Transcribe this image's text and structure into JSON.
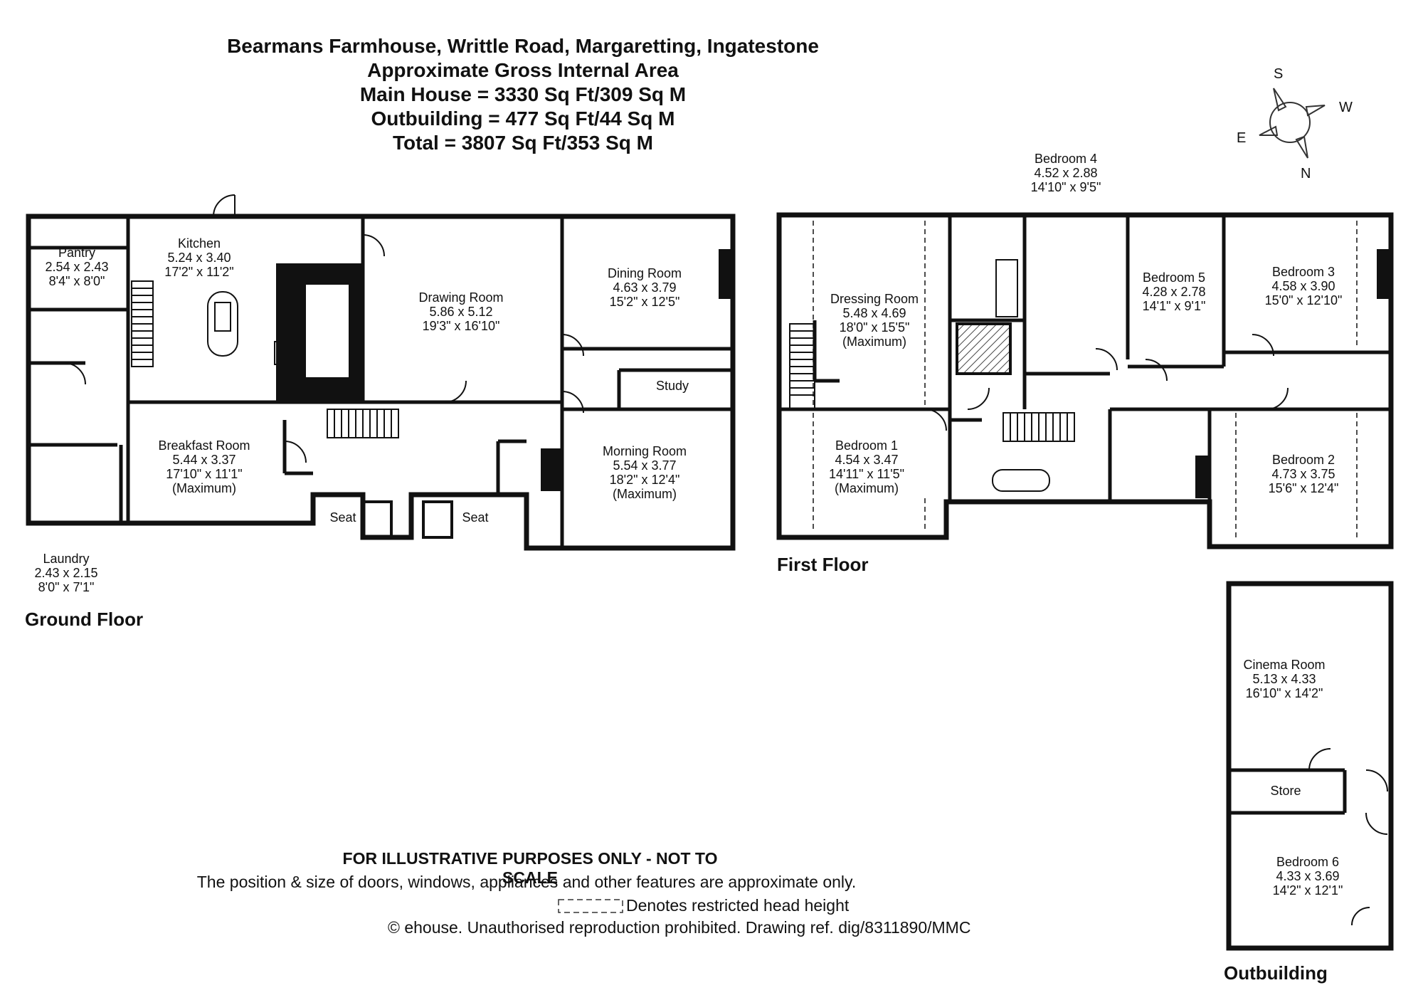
{
  "header": {
    "title": "Bearmans Farmhouse, Writtle Road, Margaretting, Ingatestone",
    "line2": "Approximate Gross Internal Area",
    "line3": "Main House = 3330 Sq Ft/309 Sq M",
    "line4": "Outbuilding = 477 Sq Ft/44 Sq M",
    "line5": "Total = 3807 Sq Ft/353 Sq M"
  },
  "compass": {
    "s": "S",
    "w": "W",
    "e": "E",
    "n": "N"
  },
  "floors": {
    "ground": "Ground Floor",
    "first": "First Floor",
    "outbuilding": "Outbuilding"
  },
  "rooms": {
    "pantry": {
      "name": "Pantry",
      "metric": "2.54 x 2.43",
      "imperial": "8'4\" x 8'0\""
    },
    "kitchen": {
      "name": "Kitchen",
      "metric": "5.24 x 3.40",
      "imperial": "17'2\" x 11'2\""
    },
    "drawing": {
      "name": "Drawing Room",
      "metric": "5.86 x 5.12",
      "imperial": "19'3\" x 16'10\""
    },
    "dining": {
      "name": "Dining Room",
      "metric": "4.63 x 3.79",
      "imperial": "15'2\" x 12'5\""
    },
    "study": {
      "name": "Study"
    },
    "breakfast": {
      "name": "Breakfast Room",
      "metric": "5.44 x 3.37",
      "imperial": "17'10\" x 11'1\"",
      "note": "(Maximum)"
    },
    "morning": {
      "name": "Morning Room",
      "metric": "5.54 x 3.77",
      "imperial": "18'2\" x 12'4\"",
      "note": "(Maximum)"
    },
    "seat1": {
      "name": "Seat"
    },
    "seat2": {
      "name": "Seat"
    },
    "laundry": {
      "name": "Laundry",
      "metric": "2.43 x 2.15",
      "imperial": "8'0\" x 7'1\""
    },
    "bedroom4": {
      "name": "Bedroom 4",
      "metric": "4.52 x 2.88",
      "imperial": "14'10\" x 9'5\""
    },
    "dressing": {
      "name": "Dressing Room",
      "metric": "5.48 x 4.69",
      "imperial": "18'0\" x 15'5\"",
      "note": "(Maximum)"
    },
    "bedroom5": {
      "name": "Bedroom 5",
      "metric": "4.28 x 2.78",
      "imperial": "14'1\" x 9'1\""
    },
    "bedroom3": {
      "name": "Bedroom 3",
      "metric": "4.58 x 3.90",
      "imperial": "15'0\" x 12'10\""
    },
    "bedroom1": {
      "name": "Bedroom 1",
      "metric": "4.54 x 3.47",
      "imperial": "14'11\" x 11'5\"",
      "note": "(Maximum)"
    },
    "bedroom2": {
      "name": "Bedroom 2",
      "metric": "4.73 x 3.75",
      "imperial": "15'6\" x 12'4\""
    },
    "cinema": {
      "name": "Cinema Room",
      "metric": "5.13 x 4.33",
      "imperial": "16'10\" x 14'2\""
    },
    "store": {
      "name": "Store"
    },
    "bedroom6": {
      "name": "Bedroom 6",
      "metric": "4.33 x 3.69",
      "imperial": "14'2\" x 12'1\""
    }
  },
  "footer": {
    "disclaimer": "FOR ILLUSTRATIVE PURPOSES ONLY - NOT TO SCALE",
    "note": "The position & size of doors, windows, appliances and other features are approximate only.",
    "legend": "Denotes restricted head height",
    "copyright": "© ehouse. Unauthorised reproduction prohibited. Drawing ref. dig/8311890/MMC"
  }
}
